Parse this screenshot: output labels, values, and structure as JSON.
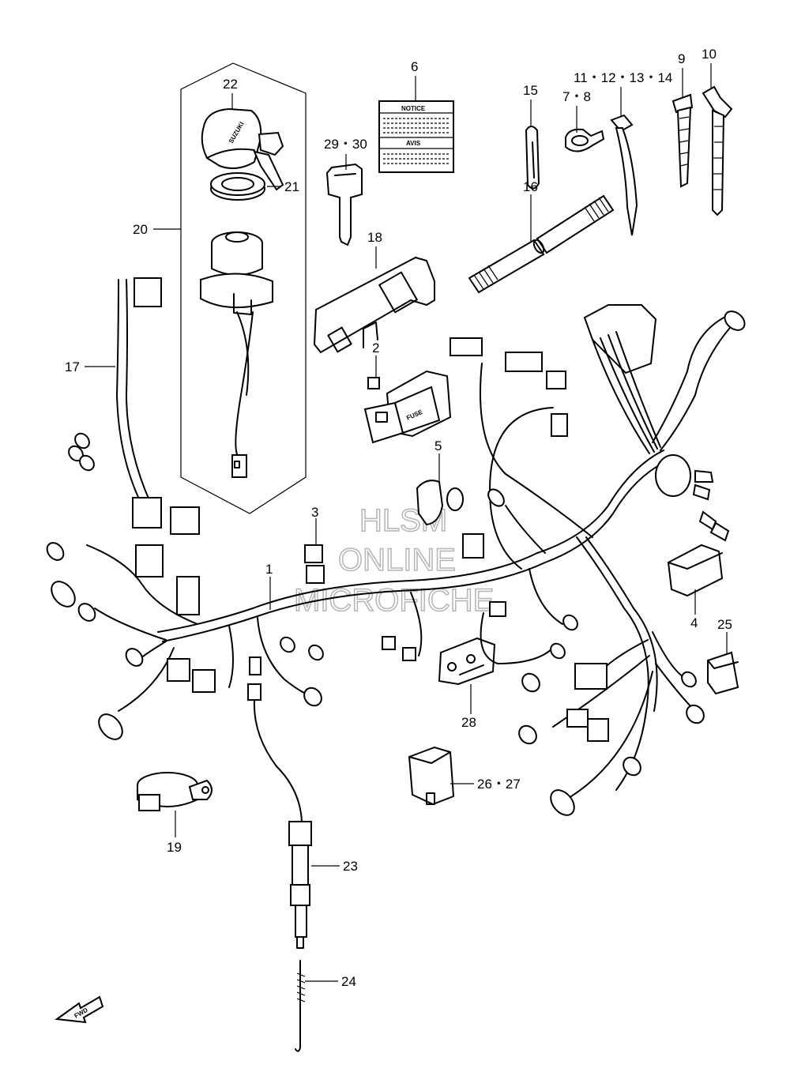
{
  "diagram": {
    "callouts": {
      "c1": "1",
      "c2": "2",
      "c3": "3",
      "c4": "4",
      "c5": "5",
      "c6": "6",
      "c78": "7・8",
      "c9": "9",
      "c10": "10",
      "c11_14": "11・12・13・14",
      "c15": "15",
      "c16": "16",
      "c17": "17",
      "c18": "18",
      "c19": "19",
      "c20": "20",
      "c21": "21",
      "c22": "22",
      "c23": "23",
      "c24": "24",
      "c25": "25",
      "c26_27": "26・27",
      "c28": "28",
      "c29_30": "29・30"
    },
    "part_text": {
      "notice": "NOTICE",
      "avis": "AVIS",
      "fuse": "FUSE",
      "suzuki": "SUZUKI",
      "fwd": "FWD"
    },
    "watermark": {
      "line1": "HLSM",
      "line2": "ONLINE",
      "line3": "MICROFICHE"
    }
  }
}
